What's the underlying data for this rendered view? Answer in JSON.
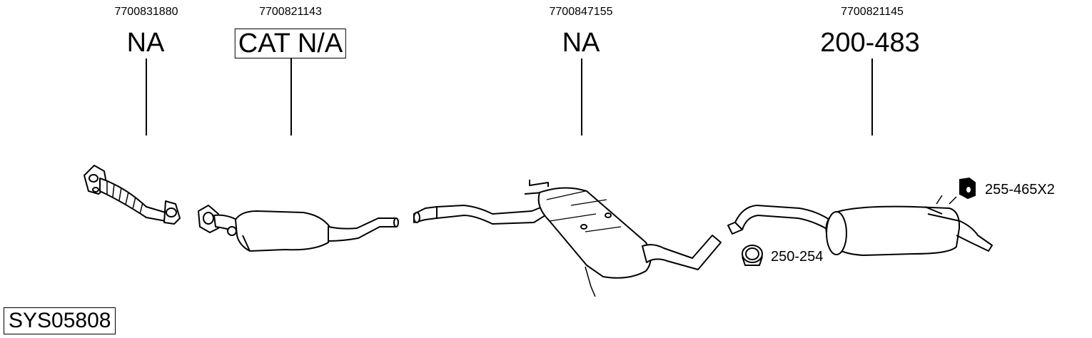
{
  "system_code": "SYS05808",
  "parts": [
    {
      "oe_number": "7700831880",
      "reference": "NA",
      "boxed": false
    },
    {
      "oe_number": "7700821143",
      "reference": "CAT N/A",
      "boxed": true
    },
    {
      "oe_number": "7700847155",
      "reference": "NA",
      "boxed": false
    },
    {
      "oe_number": "7700821145",
      "reference": "200-483",
      "boxed": false
    }
  ],
  "accessories": [
    {
      "reference": "255-465X2",
      "icon": "rubber-hanger-icon"
    },
    {
      "reference": "250-254",
      "icon": "pipe-clamp-icon"
    }
  ]
}
